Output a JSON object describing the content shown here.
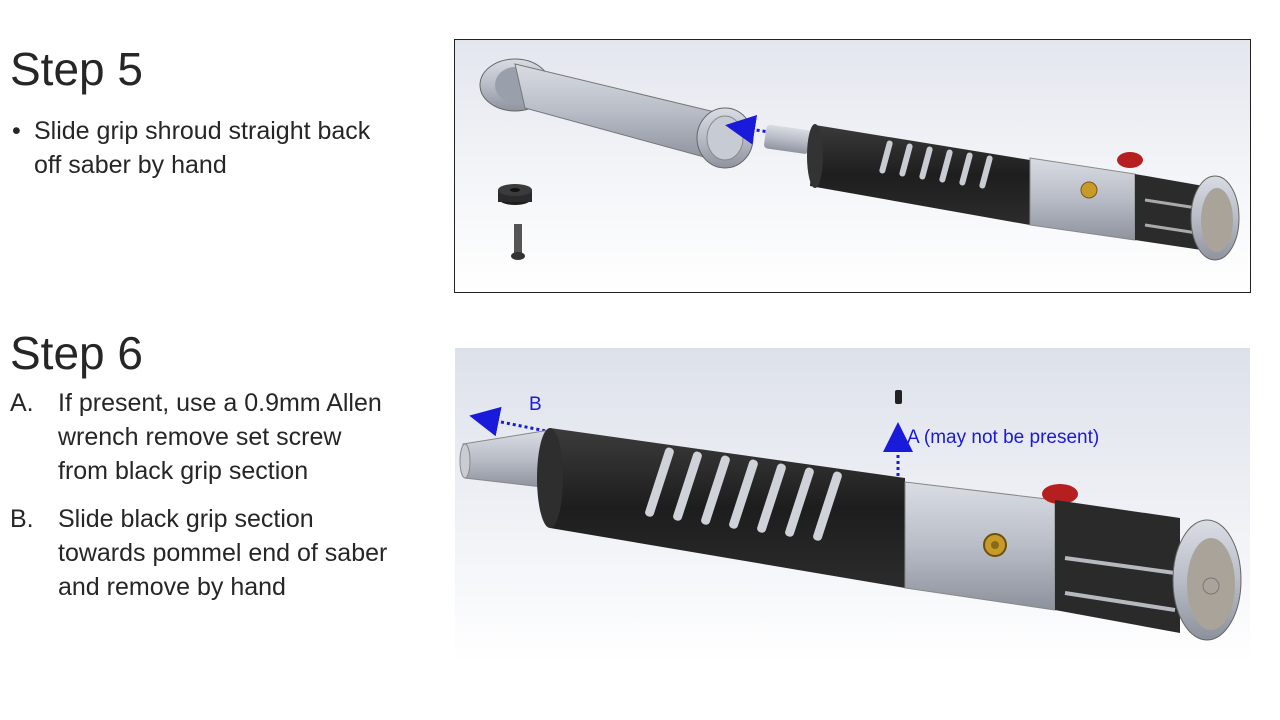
{
  "step5": {
    "title": "Step 5",
    "bullets": [
      "Slide grip shroud straight back off saber by hand"
    ]
  },
  "step6": {
    "title": "Step 6",
    "items": [
      {
        "marker": "A.",
        "text": "If present, use a 0.9mm Allen wrench remove set screw from black grip section"
      },
      {
        "marker": "B.",
        "text": "Slide black grip section towards pommel end of saber and remove by hand"
      }
    ],
    "annotations": {
      "label_b": "B",
      "label_a": "A (may not be present)"
    }
  },
  "colors": {
    "arrow": "#1a1adb",
    "grip_black": "#262626",
    "metal": "#b8bcc6",
    "brass": "#c79a2a",
    "red_button": "#b51f1f"
  }
}
